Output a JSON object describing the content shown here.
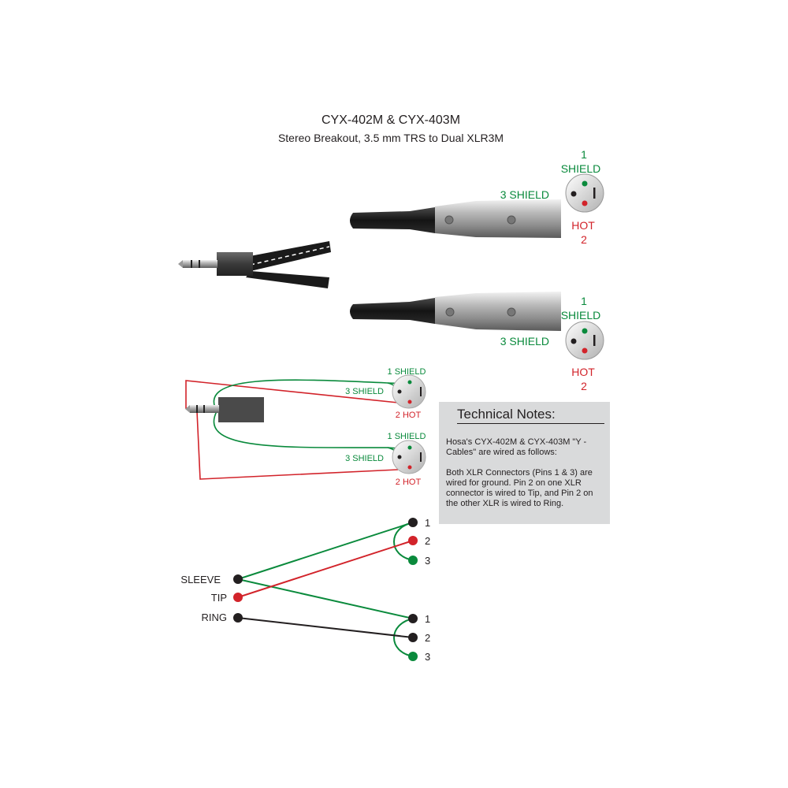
{
  "header": {
    "title": "CYX-402M & CYX-403M",
    "subtitle": "Stereo Breakout, 3.5 mm TRS to Dual XLR3M"
  },
  "xlr_photo_labels": {
    "upper": {
      "pin1": "1",
      "shield_top": "SHIELD",
      "shield_side": "3 SHIELD",
      "hot": "HOT",
      "pin2": "2"
    },
    "lower": {
      "pin1": "1",
      "shield_top": "SHIELD",
      "shield_side": "3 SHIELD",
      "hot": "HOT",
      "pin2": "2"
    }
  },
  "wiring_labels": {
    "upper": {
      "pin1": "1 SHIELD",
      "pin3": "3 SHIELD",
      "pin2": "2 HOT"
    },
    "lower": {
      "pin1": "1 SHIELD",
      "pin3": "3 SHIELD",
      "pin2": "2 HOT"
    }
  },
  "schematic": {
    "trs": {
      "sleeve": "SLEEVE",
      "tip": "TIP",
      "ring": "RING"
    },
    "xlr_a": {
      "p1": "1",
      "p2": "2",
      "p3": "3"
    },
    "xlr_b": {
      "p1": "1",
      "p2": "2",
      "p3": "3"
    }
  },
  "technical_notes": {
    "heading": "Technical Notes:",
    "paragraph1": "Hosa's CYX-402M & CYX-403M \"Y - Cables\" are wired as follows:",
    "paragraph2": "Both XLR Connectors (Pins 1 & 3) are  wired for ground.  Pin 2 on one XLR connector is wired to Tip, and Pin 2 on the other XLR is wired to Ring."
  },
  "colors": {
    "shield_green": "#0a8a3c",
    "hot_red": "#d2232a",
    "wire_black": "#231f20",
    "notes_bg": "#d9dadb"
  }
}
